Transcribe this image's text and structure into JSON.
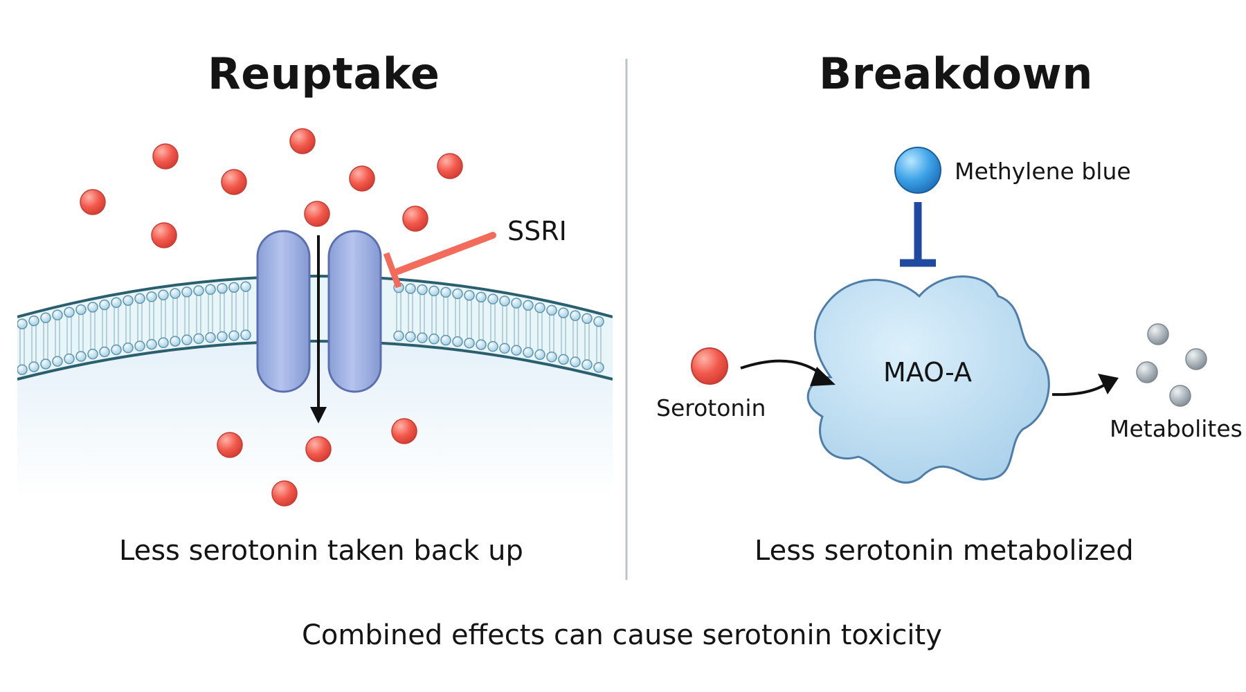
{
  "left_panel": {
    "title": "Reuptake",
    "inhibitor_label": "SSRI",
    "caption": "Less serotonin taken back up"
  },
  "right_panel": {
    "title": "Breakdown",
    "inhibitor_label": "Methylene blue",
    "enzyme_label": "MAO-A",
    "substrate_label": "Serotonin",
    "product_label": "Metabolites",
    "caption": "Less serotonin metabolized"
  },
  "footer": {
    "text": "Combined effects can cause serotonin toxicity"
  },
  "colors": {
    "serotonin": "#f2594c",
    "transporter": "#9aaee0",
    "membrane": "#2b5f6e",
    "inhibitor_ssri": "#f26b5b",
    "inhibitor_mb": "#1f4aa0",
    "enzyme": "#bcdcf0",
    "metabolite": "#a9b2b8",
    "divider": "#b8c4d0"
  }
}
